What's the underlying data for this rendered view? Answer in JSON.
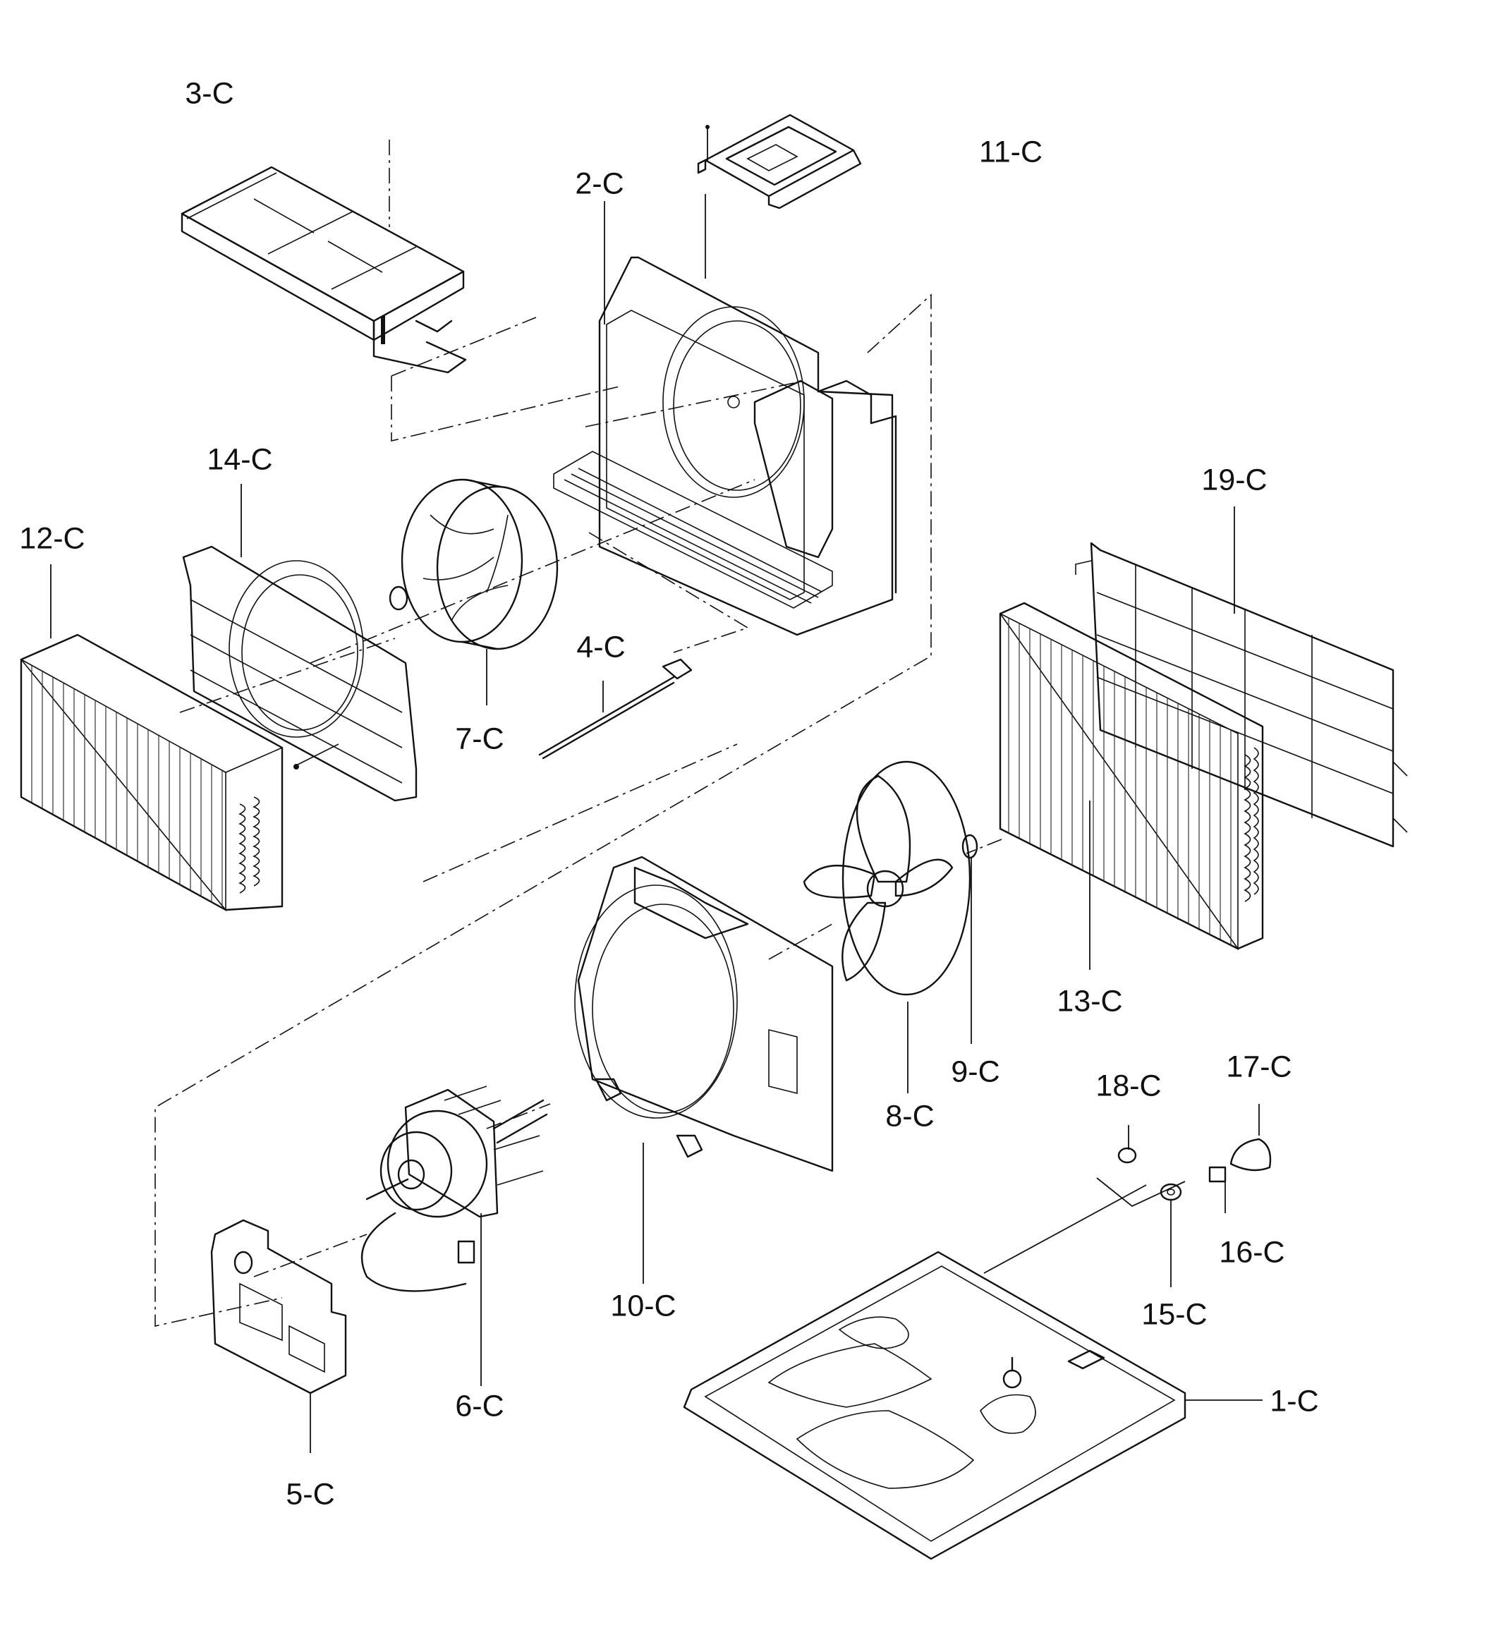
{
  "diagram": {
    "labels": {
      "p1": "1-C",
      "p2": "2-C",
      "p3": "3-C",
      "p4": "4-C",
      "p5": "5-C",
      "p6": "6-C",
      "p7": "7-C",
      "p8": "8-C",
      "p9": "9-C",
      "p10": "10-C",
      "p11": "11-C",
      "p12": "12-C",
      "p13": "13-C",
      "p14": "14-C",
      "p15": "15-C",
      "p16": "16-C",
      "p17": "17-C",
      "p18": "18-C",
      "p19": "19-C"
    },
    "ink_color": "#111111",
    "background_color": "#ffffff"
  }
}
